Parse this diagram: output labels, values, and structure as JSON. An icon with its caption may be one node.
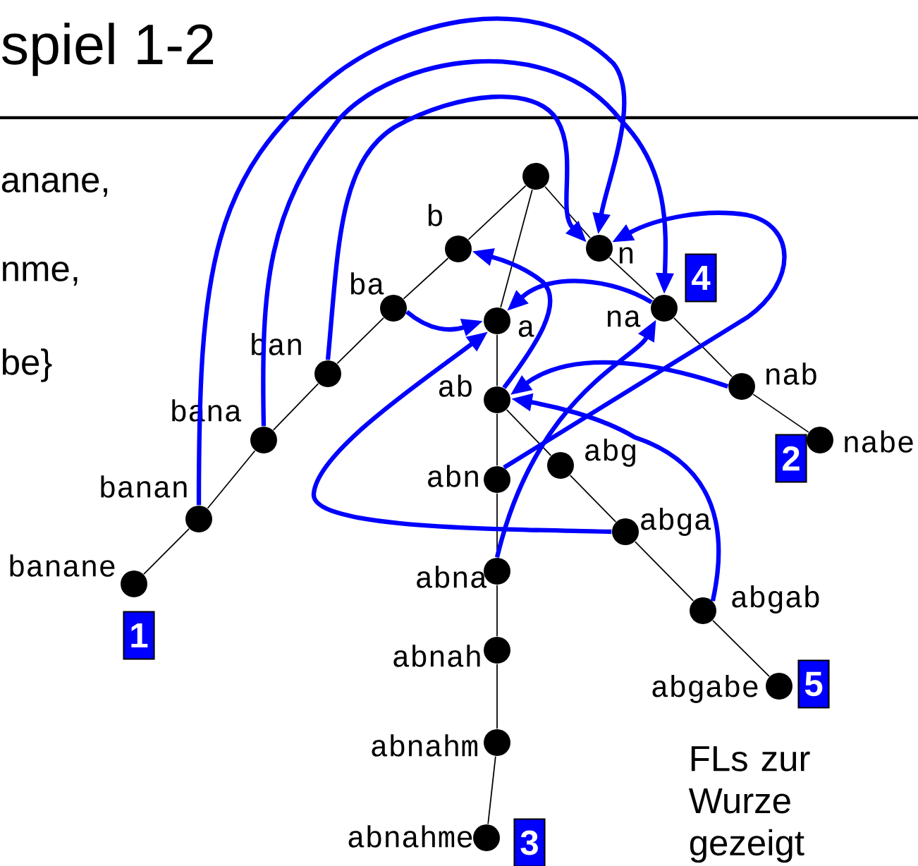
{
  "diagram": {
    "title": "spiel 1-2",
    "nodes": [
      {
        "text": [],
        "shape": "circle"
      },
      {
        "text": [],
        "shape": "circle",
        "beside": [
          "b"
        ]
      },
      {
        "text": [],
        "shape": "circle",
        "beside": [
          "n"
        ]
      },
      {
        "text": [],
        "shape": "circle",
        "beside": [
          "ba"
        ]
      },
      {
        "text": [],
        "shape": "circle",
        "beside": [
          "a"
        ]
      },
      {
        "text": [],
        "shape": "circle",
        "beside": [
          "na"
        ]
      },
      {
        "text": [],
        "shape": "circle",
        "beside": [
          "ban"
        ]
      },
      {
        "text": [],
        "shape": "circle",
        "beside": [
          "ab"
        ]
      },
      {
        "text": [],
        "shape": "circle",
        "beside": [
          "nab"
        ]
      },
      {
        "text": [],
        "shape": "circle",
        "beside": [
          "bana"
        ]
      },
      {
        "text": [],
        "shape": "circle",
        "beside": [
          "abn"
        ]
      },
      {
        "text": [],
        "shape": "circle",
        "beside": [
          "abg"
        ]
      },
      {
        "text": [],
        "shape": "circle",
        "beside": [
          "nabe"
        ]
      },
      {
        "text": [],
        "shape": "circle",
        "beside": [
          "banan"
        ]
      },
      {
        "text": [],
        "shape": "circle",
        "beside": [
          "abga"
        ]
      },
      {
        "text": [],
        "shape": "circle",
        "beside": [
          "abna"
        ]
      },
      {
        "text": [],
        "shape": "circle",
        "beside": [
          "banane"
        ]
      },
      {
        "text": [],
        "shape": "circle",
        "beside": [
          "abgab"
        ]
      },
      {
        "text": [],
        "shape": "circle",
        "beside": [
          "abnah"
        ]
      },
      {
        "text": [],
        "shape": "circle",
        "beside": [
          "abgabe"
        ]
      },
      {
        "text": [],
        "shape": "circle",
        "beside": [
          "abnahm"
        ]
      },
      {
        "text": [],
        "shape": "circle",
        "beside": [
          "abnahme"
        ]
      },
      {
        "text": [
          "1"
        ]
      },
      {
        "text": [
          "2"
        ]
      },
      {
        "text": [
          "3"
        ]
      },
      {
        "text": [
          "4"
        ]
      },
      {
        "text": [
          "5"
        ]
      }
    ],
    "edges": [
      {
        "from": 0,
        "to": 1,
        "arrow": "none"
      },
      {
        "from": 0,
        "to": 4,
        "arrow": "none"
      },
      {
        "from": 0,
        "to": 2,
        "arrow": "none"
      },
      {
        "from": 1,
        "to": 3,
        "arrow": "none"
      },
      {
        "from": 3,
        "to": 6,
        "arrow": "none"
      },
      {
        "from": 6,
        "to": 9,
        "arrow": "none"
      },
      {
        "from": 9,
        "to": 13,
        "arrow": "none"
      },
      {
        "from": 13,
        "to": 16,
        "arrow": "none"
      },
      {
        "from": 4,
        "to": 7,
        "arrow": "none"
      },
      {
        "from": 7,
        "to": 10,
        "arrow": "none"
      },
      {
        "from": 10,
        "to": 15,
        "arrow": "none"
      },
      {
        "from": 15,
        "to": 18,
        "arrow": "none"
      },
      {
        "from": 18,
        "to": 20,
        "arrow": "none"
      },
      {
        "from": 20,
        "to": 21,
        "arrow": "none"
      },
      {
        "from": 7,
        "to": 11,
        "arrow": "none"
      },
      {
        "from": 11,
        "to": 14,
        "arrow": "none"
      },
      {
        "from": 14,
        "to": 17,
        "arrow": "none"
      },
      {
        "from": 17,
        "to": 19,
        "arrow": "none"
      },
      {
        "from": 2,
        "to": 5,
        "arrow": "none"
      },
      {
        "from": 5,
        "to": 8,
        "arrow": "none"
      },
      {
        "from": 8,
        "to": 12,
        "arrow": "none"
      },
      {
        "from": 13,
        "to": 2,
        "arrow": "to",
        "style": "thick",
        "color": "#0000ff"
      },
      {
        "from": 9,
        "to": 5,
        "arrow": "to",
        "style": "thick",
        "color": "#0000ff"
      },
      {
        "from": 6,
        "to": 2,
        "arrow": "to",
        "style": "thick",
        "color": "#0000ff"
      },
      {
        "from": 3,
        "to": 4,
        "arrow": "to",
        "style": "thick",
        "color": "#0000ff"
      },
      {
        "from": 5,
        "to": 4,
        "arrow": "to",
        "style": "thick",
        "color": "#0000ff"
      },
      {
        "from": 8,
        "to": 7,
        "arrow": "to",
        "style": "thick",
        "color": "#0000ff"
      },
      {
        "from": 10,
        "to": 2,
        "arrow": "to",
        "style": "thick",
        "color": "#0000ff"
      },
      {
        "from": 15,
        "to": 5,
        "arrow": "to",
        "style": "thick",
        "color": "#0000ff"
      },
      {
        "from": 14,
        "to": 4,
        "arrow": "to",
        "style": "thick",
        "color": "#0000ff"
      },
      {
        "from": 17,
        "to": 7,
        "arrow": "to",
        "style": "thick",
        "color": "#0000ff"
      },
      {
        "from": 7,
        "to": 1,
        "arrow": "to",
        "style": "thick",
        "color": "#0000ff"
      }
    ],
    "labels": [
      "anane,",
      "nme,",
      "be}",
      "FLs zur Wurze gezeigt"
    ]
  }
}
